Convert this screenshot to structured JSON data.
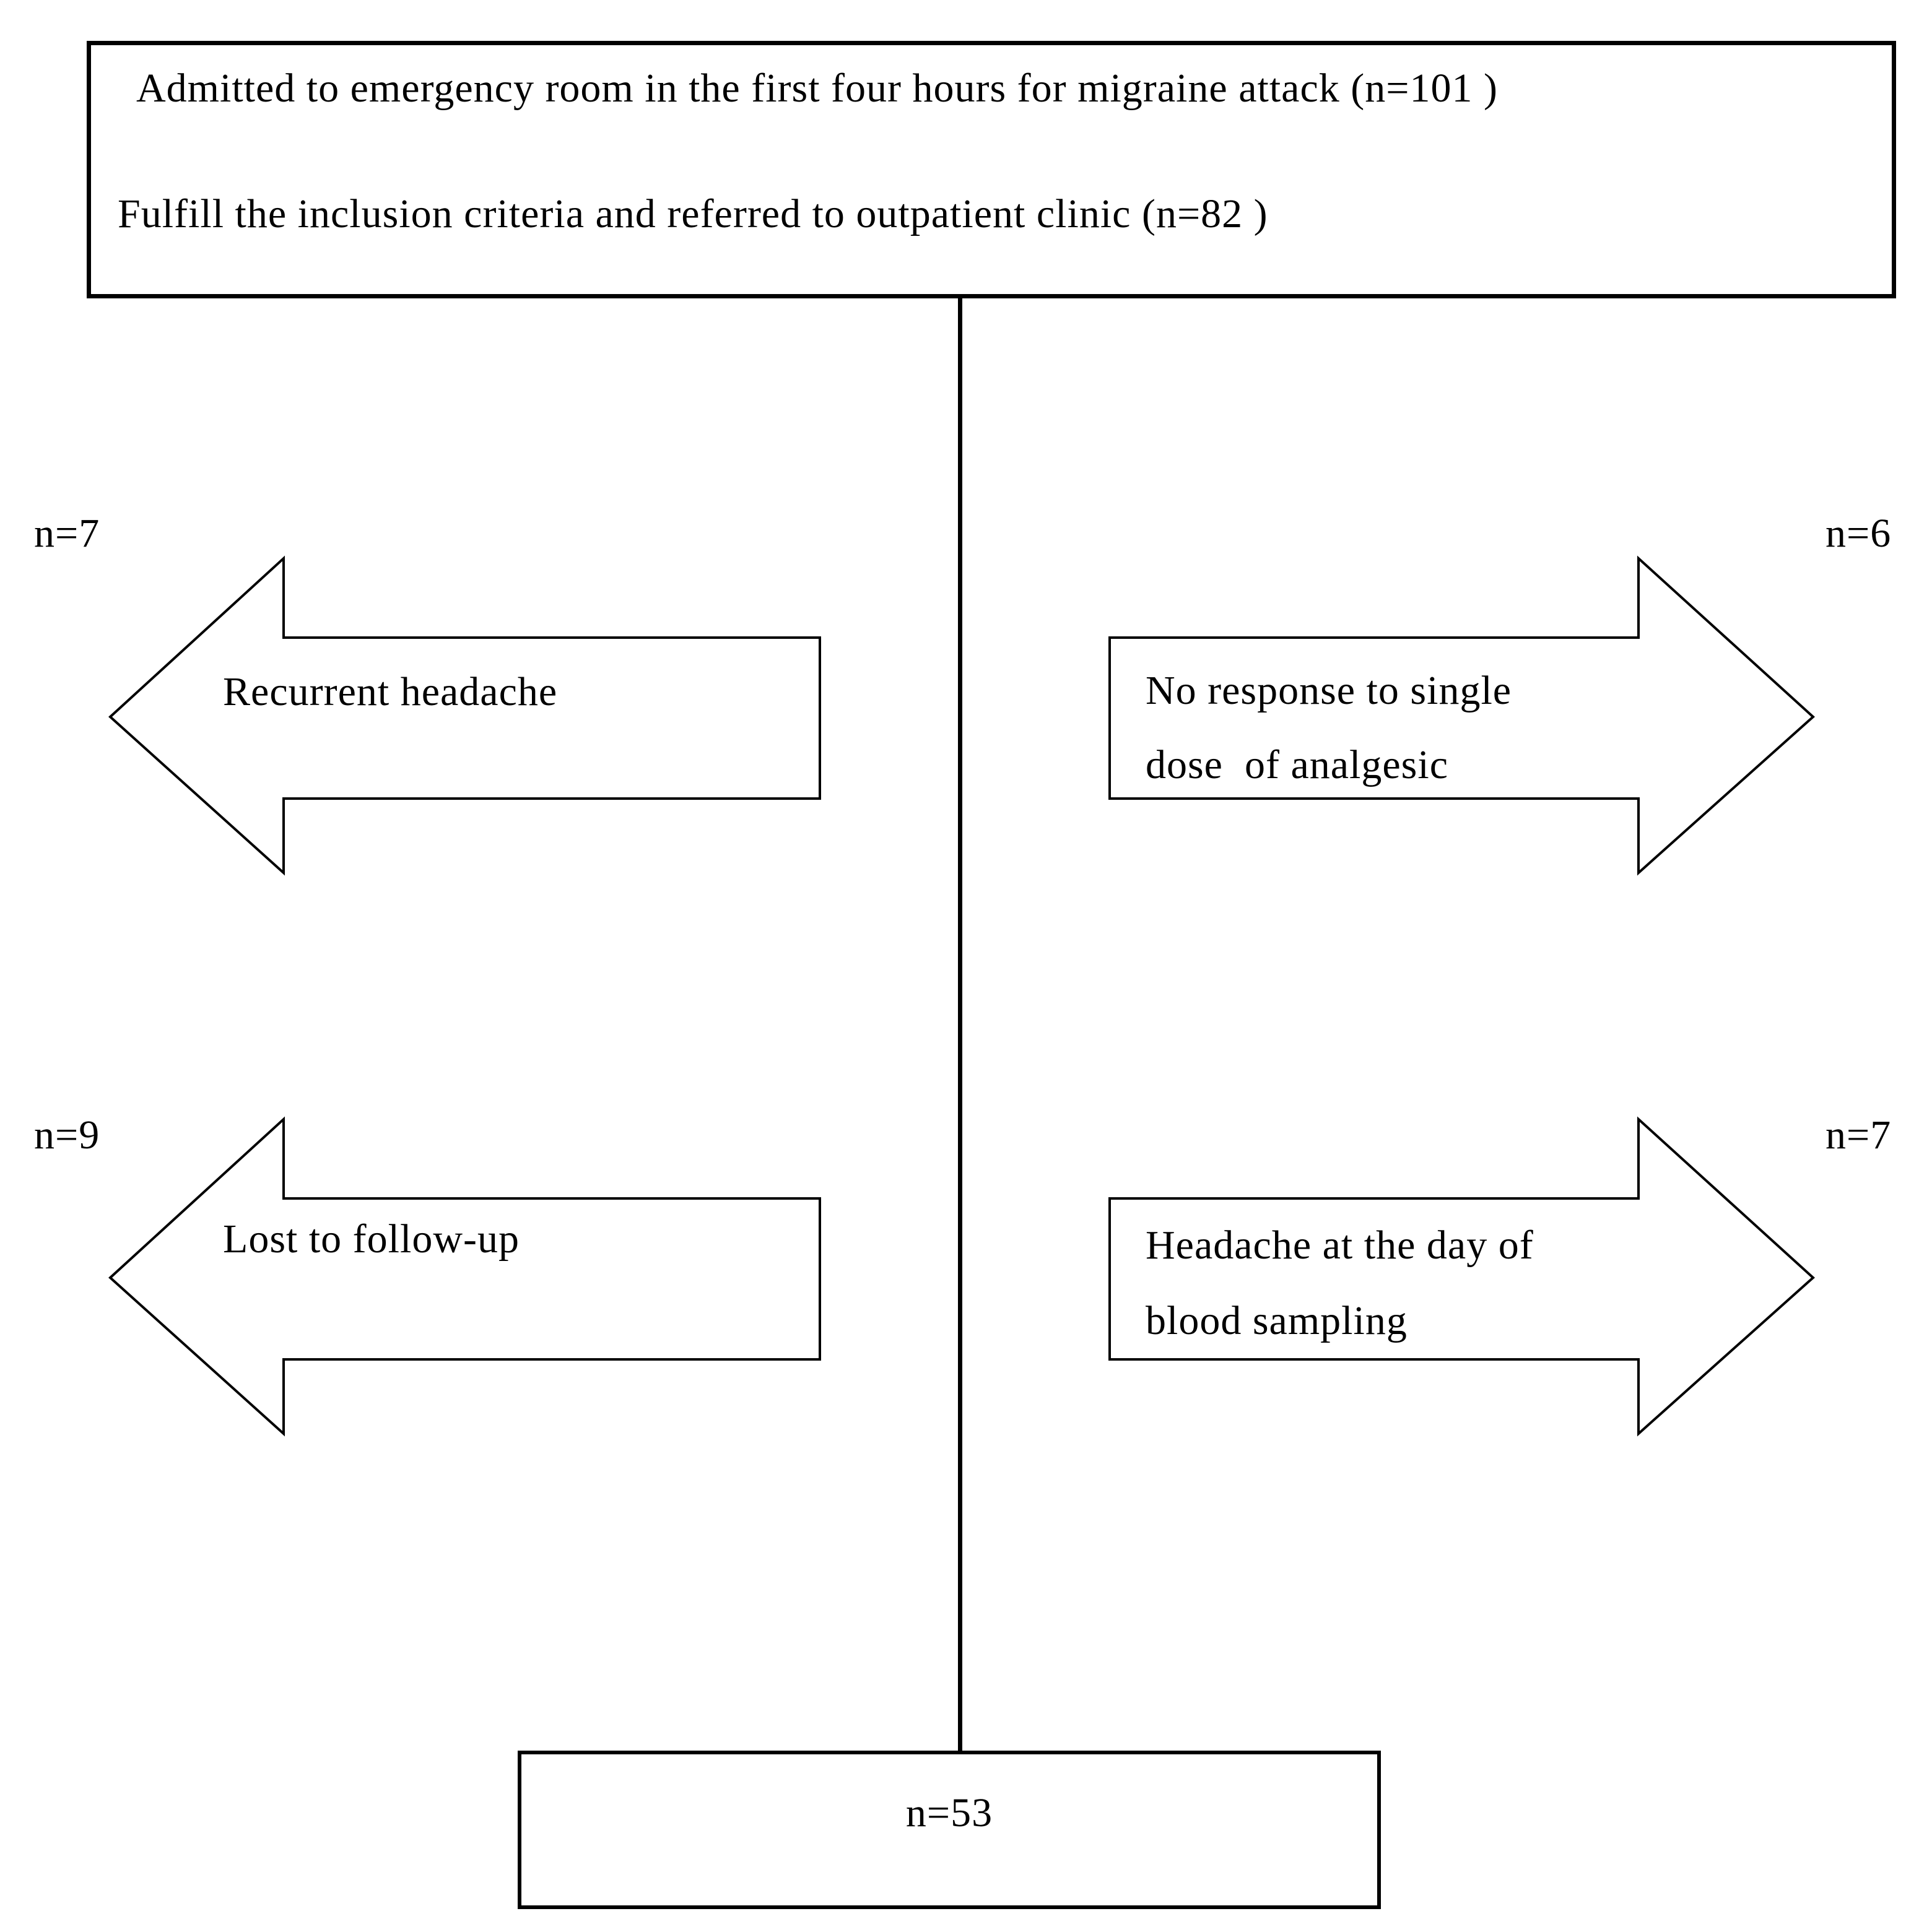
{
  "top_box": {
    "line1": "Admitted to emergency room in the first four hours for migraine attack (n=101 )",
    "line2": "Fulfill the inclusion criteria and referred to outpatient clinic (n=82 )"
  },
  "exclusions": {
    "left1": {
      "n": "n=7",
      "line1": "Recurrent headache"
    },
    "right1": {
      "n": "n=6",
      "line1": "No response to single",
      "line2": "dose  of analgesic"
    },
    "left2": {
      "n": "n=9",
      "line1": "Lost to follow-up"
    },
    "right2": {
      "n": "n=7",
      "line1": "Headache at the day of",
      "line2": "blood sampling"
    }
  },
  "final_box": {
    "label": "n=53"
  },
  "colors": {
    "line": "#000000",
    "text": "#000000",
    "background": "#ffffff"
  }
}
